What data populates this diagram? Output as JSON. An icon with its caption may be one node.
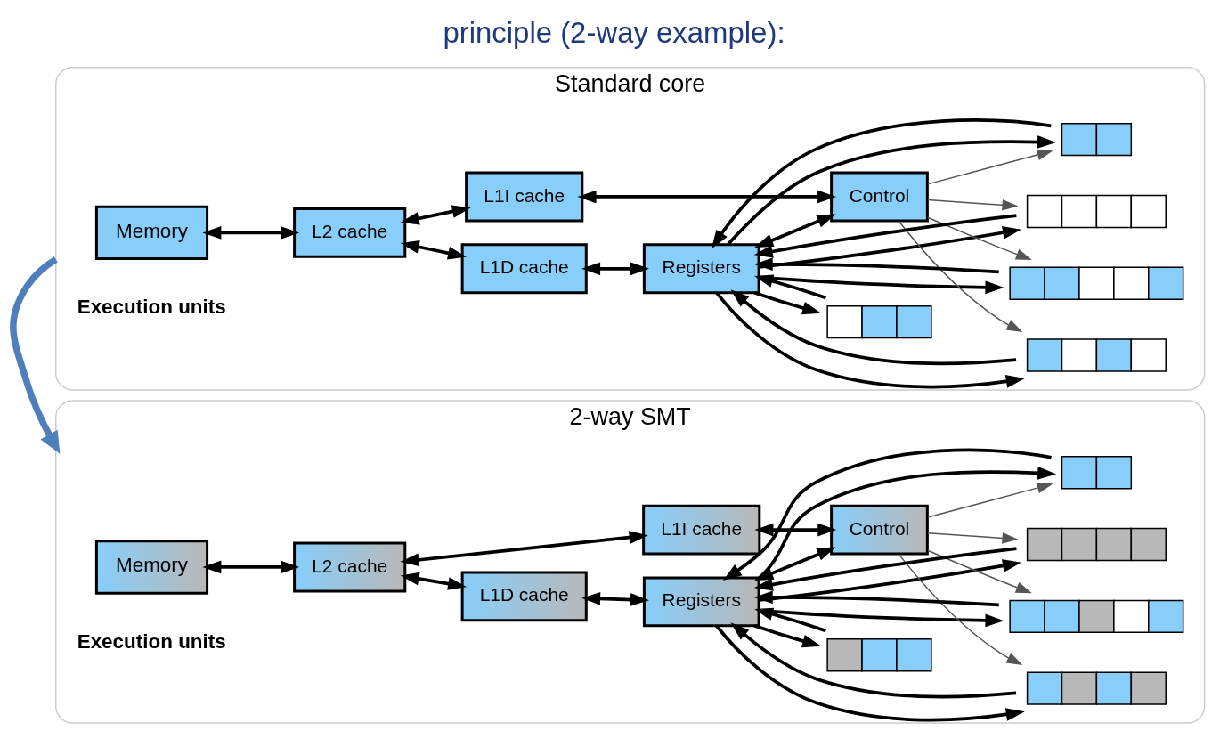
{
  "diagram": {
    "title": "principle (2-way example):",
    "nodes": [
      {
        "text": [
          "Standard core"
        ]
      },
      {
        "text": [
          "Memory"
        ],
        "in": 0
      },
      {
        "text": [
          "L2 cache"
        ],
        "in": 0
      },
      {
        "text": [
          "L1D cache"
        ],
        "in": 0
      },
      {
        "text": [
          "L1I cache"
        ],
        "in": 0
      },
      {
        "text": [
          "Registers"
        ],
        "in": 0
      },
      {
        "text": [
          "Control"
        ],
        "in": 0
      },
      {
        "text": [],
        "shape": "bar",
        "in": 0
      },
      {
        "text": [],
        "shape": "bar",
        "in": 0
      },
      {
        "text": [],
        "shape": "bar",
        "in": 0
      },
      {
        "text": [],
        "shape": "bar",
        "in": 0
      },
      {
        "text": [],
        "shape": "bar",
        "in": 0
      },
      {
        "text": [
          "2-way SMT"
        ]
      },
      {
        "text": [
          "Memory"
        ],
        "in": 12
      },
      {
        "text": [
          "L2 cache"
        ],
        "in": 12
      },
      {
        "text": [
          "L1D cache"
        ],
        "in": 12
      },
      {
        "text": [
          "L1I cache"
        ],
        "in": 12
      },
      {
        "text": [
          "Registers"
        ],
        "in": 12
      },
      {
        "text": [
          "Control"
        ],
        "in": 12
      },
      {
        "text": [],
        "shape": "bar",
        "in": 12
      },
      {
        "text": [],
        "shape": "bar",
        "in": 12
      },
      {
        "text": [],
        "shape": "bar",
        "in": 12
      },
      {
        "text": [],
        "shape": "bar",
        "in": 12
      },
      {
        "text": [],
        "shape": "bar",
        "in": 12
      }
    ],
    "edges": [
      {
        "from": 1,
        "to": 2,
        "arrow": "both"
      },
      {
        "from": 2,
        "to": 3,
        "arrow": "both"
      },
      {
        "from": 2,
        "to": 4,
        "arrow": "both"
      },
      {
        "from": 3,
        "to": 5,
        "arrow": "both"
      },
      {
        "from": 4,
        "to": 6,
        "arrow": "both"
      },
      {
        "from": 5,
        "to": 6,
        "arrow": "both"
      },
      {
        "from": 5,
        "to": 7,
        "arrow": "to"
      },
      {
        "from": 5,
        "to": 8,
        "arrow": "to"
      },
      {
        "from": 5,
        "to": 9,
        "arrow": "to"
      },
      {
        "from": 5,
        "to": 10,
        "arrow": "to"
      },
      {
        "from": 5,
        "to": 11,
        "arrow": "to"
      },
      {
        "from": 6,
        "to": 7,
        "arrow": "to",
        "color": "#555555"
      },
      {
        "from": 6,
        "to": 9,
        "arrow": "to",
        "color": "#555555"
      },
      {
        "from": 6,
        "to": 10,
        "arrow": "to",
        "color": "#555555"
      },
      {
        "from": 6,
        "to": 11,
        "arrow": "to",
        "color": "#555555"
      },
      {
        "from": 7,
        "to": 5,
        "arrow": "to"
      },
      {
        "from": 8,
        "to": 5,
        "arrow": "to"
      },
      {
        "from": 9,
        "to": 5,
        "arrow": "to"
      },
      {
        "from": 10,
        "to": 5,
        "arrow": "to"
      },
      {
        "from": 11,
        "to": 5,
        "arrow": "to"
      },
      {
        "from": 0,
        "to": 12,
        "arrow": "to",
        "style": "thick",
        "color": "#4f7fba"
      },
      {
        "from": 13,
        "to": 14,
        "arrow": "both"
      },
      {
        "from": 14,
        "to": 15,
        "arrow": "both"
      },
      {
        "from": 14,
        "to": 16,
        "arrow": "both"
      },
      {
        "from": 15,
        "to": 17,
        "arrow": "both"
      },
      {
        "from": 16,
        "to": 18,
        "arrow": "both"
      },
      {
        "from": 17,
        "to": 18,
        "arrow": "both"
      },
      {
        "from": 17,
        "to": 19,
        "arrow": "to"
      },
      {
        "from": 17,
        "to": 20,
        "arrow": "to"
      },
      {
        "from": 17,
        "to": 21,
        "arrow": "to"
      },
      {
        "from": 17,
        "to": 22,
        "arrow": "to"
      },
      {
        "from": 17,
        "to": 23,
        "arrow": "to"
      },
      {
        "from": 18,
        "to": 19,
        "arrow": "to",
        "color": "#555555"
      },
      {
        "from": 18,
        "to": 21,
        "arrow": "to",
        "color": "#555555"
      },
      {
        "from": 18,
        "to": 22,
        "arrow": "to",
        "color": "#555555"
      },
      {
        "from": 18,
        "to": 23,
        "arrow": "to",
        "color": "#555555"
      },
      {
        "from": 19,
        "to": 17,
        "arrow": "to"
      },
      {
        "from": 20,
        "to": 17,
        "arrow": "to"
      },
      {
        "from": 21,
        "to": 17,
        "arrow": "to"
      },
      {
        "from": 22,
        "to": 17,
        "arrow": "to"
      },
      {
        "from": 23,
        "to": 17,
        "arrow": "to"
      }
    ],
    "labels": [
      "Execution units",
      "Execution units"
    ]
  }
}
